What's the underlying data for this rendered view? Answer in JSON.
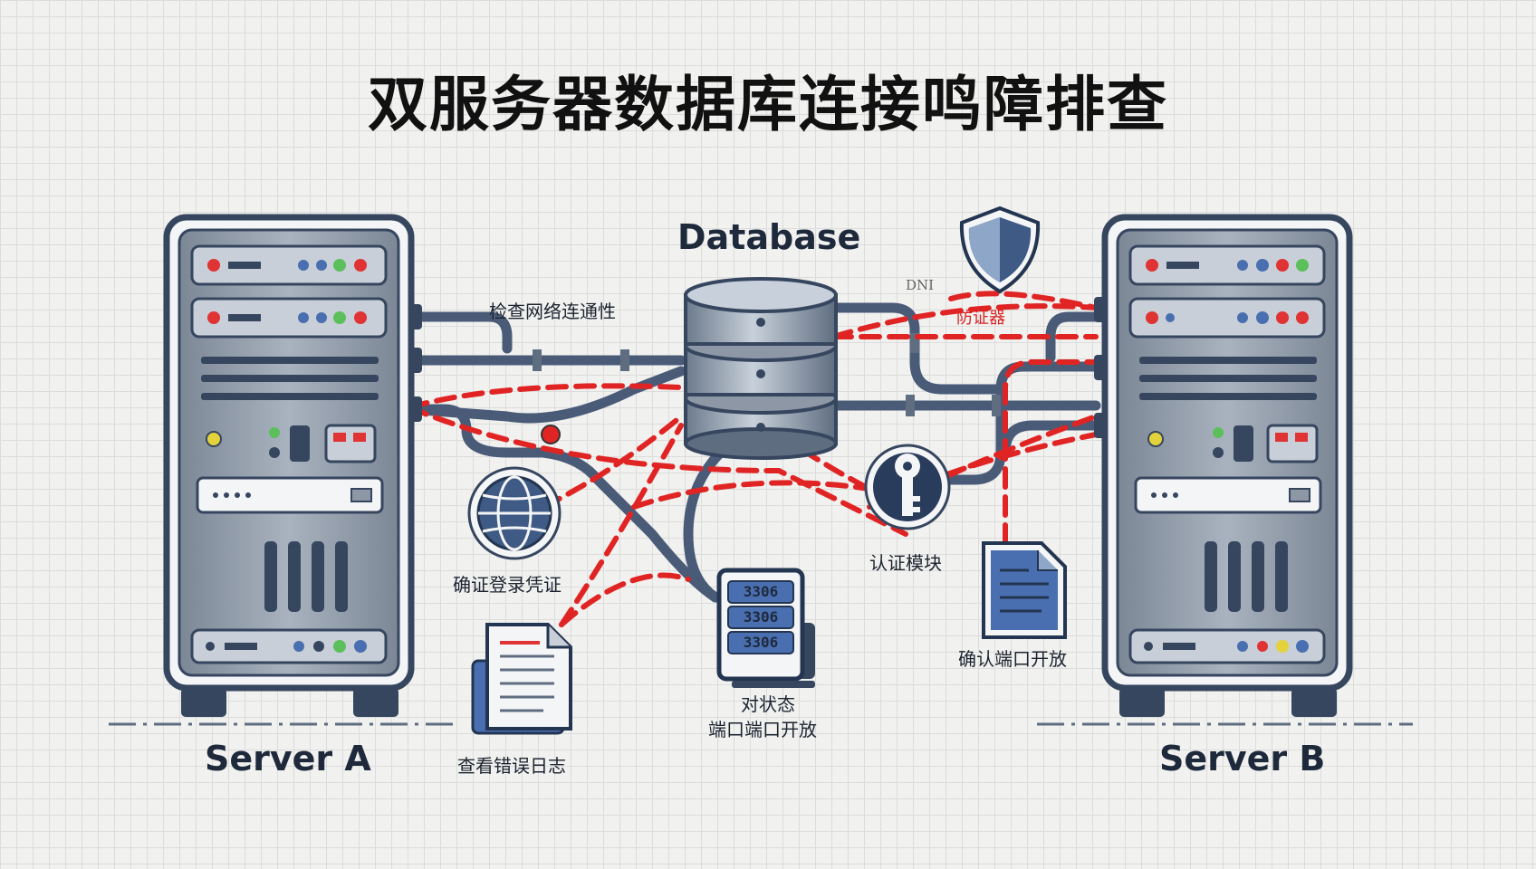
{
  "title": "双服务器数据库连接鸣障排查",
  "server_a": {
    "name": "Server A"
  },
  "server_b": {
    "name": "Server B"
  },
  "database": {
    "name": "Database"
  },
  "labels": {
    "check_network": "检查网络连通性",
    "verify_credentials": "确证登录凭证",
    "view_error_log": "查看错误日志",
    "port_status_line1": "对状态",
    "port_status_line2": "端口端口开放",
    "auth_module": "认证模块",
    "confirm_port_open": "确认端口开放",
    "firewall": "防证器",
    "dns": "DNI"
  },
  "ports": [
    "3306",
    "3306",
    "3306"
  ],
  "icons": [
    "globe-icon",
    "document-icon",
    "key-icon",
    "shield-icon",
    "port-panel-icon",
    "file-icon"
  ],
  "colors": {
    "dashed_link": "#e02424",
    "pipe": "#4a5b78",
    "server_body": "#8d97a5",
    "frame": "#36465f"
  }
}
